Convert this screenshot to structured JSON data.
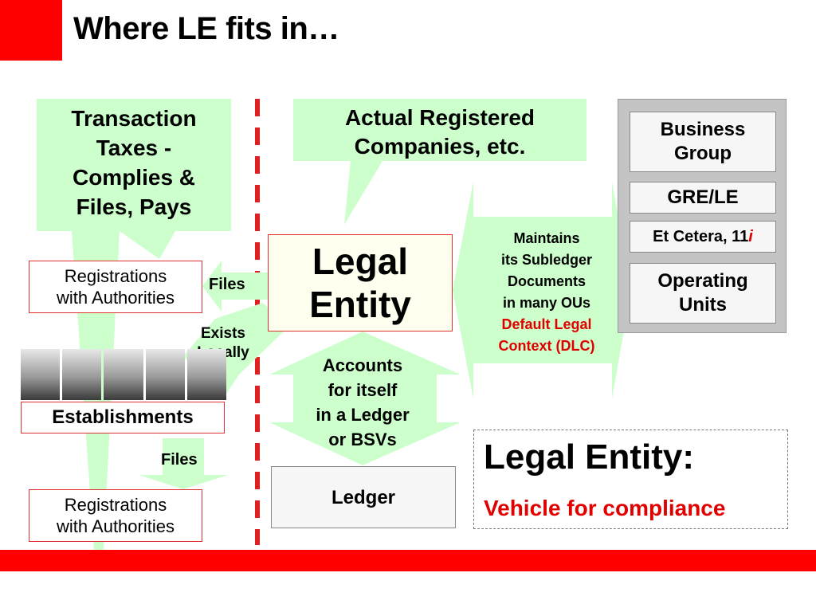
{
  "slide": {
    "title": "Where LE fits in…",
    "colors": {
      "accent_red": "#ff0000",
      "green": "#ccffcc",
      "text_red": "#e00000"
    }
  },
  "left": {
    "callout_lines": [
      "Transaction",
      "Taxes -",
      "Complies &",
      "Files, Pays"
    ],
    "registrations_top": [
      "Registrations",
      "with Authorities"
    ],
    "files_top": "Files",
    "exists_locally": [
      "Exists",
      "Locally"
    ],
    "establishments": "Establishments",
    "files_bottom": "Files",
    "registrations_bottom": [
      "Registrations",
      "with Authorities"
    ]
  },
  "center": {
    "callout_lines": [
      "Actual Registered",
      "Companies, etc."
    ],
    "legal_entity": [
      "Legal",
      "Entity"
    ],
    "accounts_lines": [
      "Accounts",
      "for itself",
      "in a Ledger",
      "or BSVs"
    ],
    "ledger": "Ledger",
    "maintains_lines": [
      "Maintains",
      "its Subledger",
      "Documents",
      "in many OUs"
    ],
    "dlc_lines": [
      "Default Legal",
      "Context (DLC)"
    ]
  },
  "hierarchy": {
    "business_group": [
      "Business",
      "Group"
    ],
    "gre_le": "GRE/LE",
    "et_cetera": "Et Cetera, 11",
    "et_cetera_suffix": "i",
    "operating_units": [
      "Operating",
      "Units"
    ]
  },
  "summary": {
    "title": "Legal Entity:",
    "subtitle": "Vehicle for compliance"
  },
  "icons": [
    "landmark-photo-golden-gate",
    "landmark-photo-statue-of-liberty",
    "landmark-photo-capitol",
    "landmark-photo-eiffel-tower",
    "landmark-photo-opera-house"
  ]
}
